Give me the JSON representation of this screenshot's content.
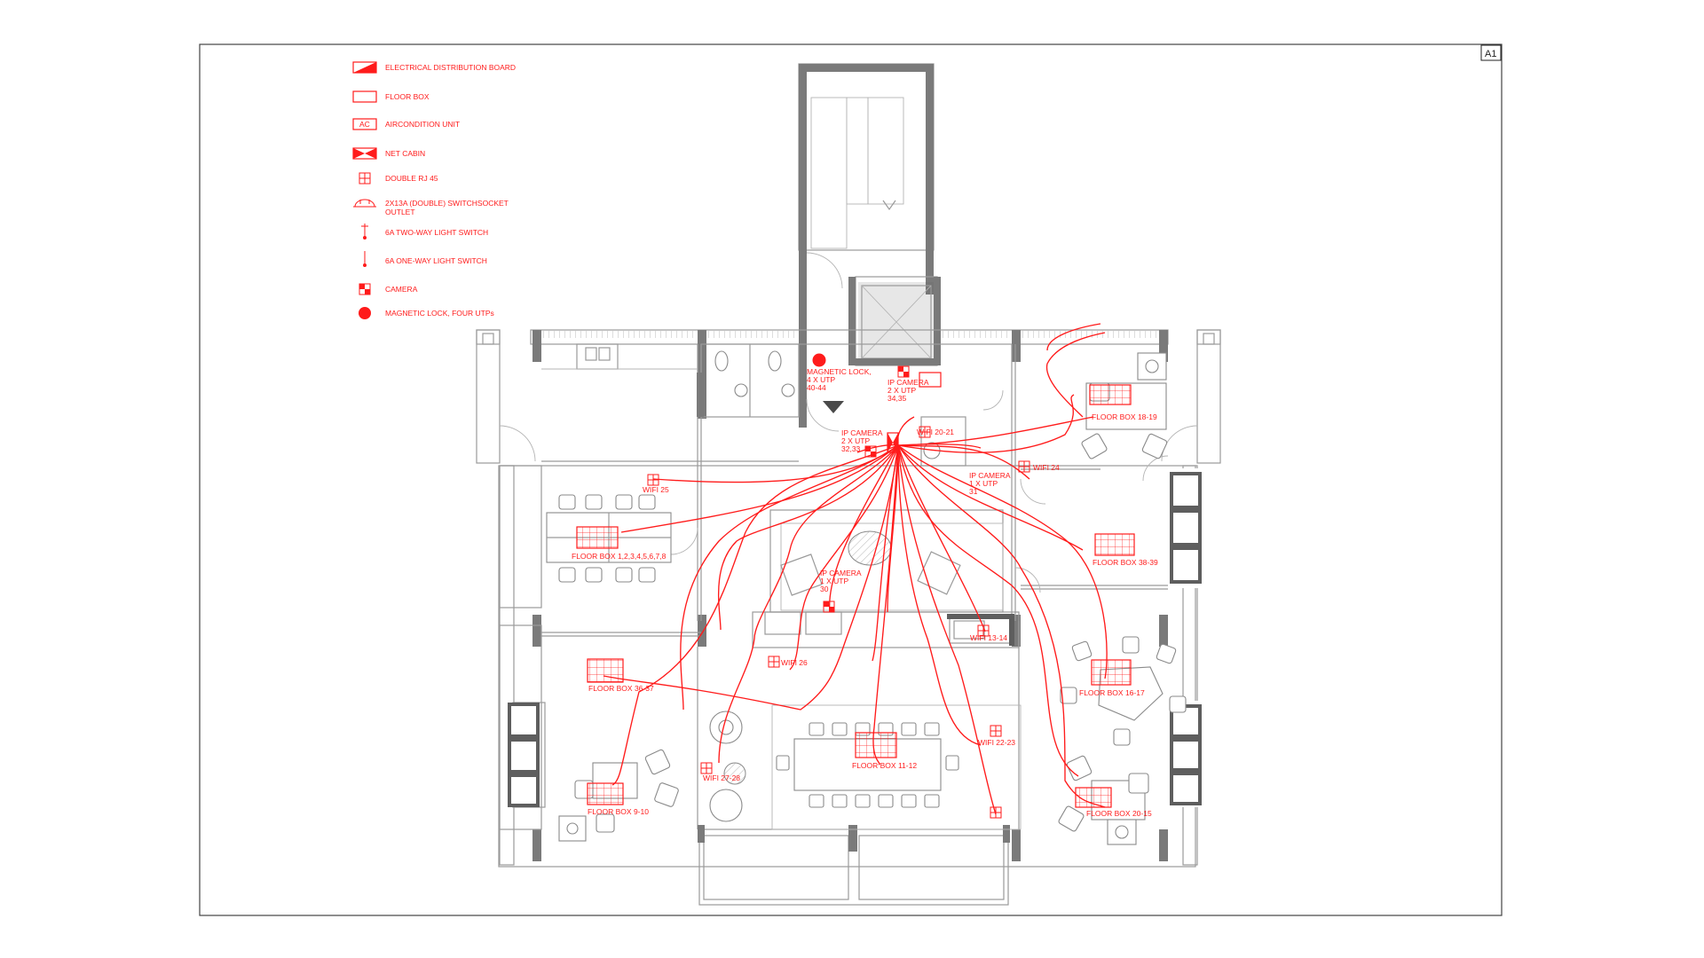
{
  "sheet": {
    "id": "A1"
  },
  "legend": [
    {
      "icon": "distribution-board-icon",
      "label": "ELECTRICAL DISTRIBUTION BOARD"
    },
    {
      "icon": "floor-box-icon",
      "label": "FLOOR BOX"
    },
    {
      "icon": "ac-unit-icon",
      "label": "AIRCONDITION UNIT",
      "symbol_text": "AC"
    },
    {
      "icon": "net-cabin-icon",
      "label": "NET CABIN"
    },
    {
      "icon": "double-rj45-icon",
      "label": "DOUBLE RJ 45"
    },
    {
      "icon": "switch-socket-icon",
      "label": "2X13A (DOUBLE) SWITCHSOCKET",
      "label2": "OUTLET"
    },
    {
      "icon": "two-way-switch-icon",
      "label": "6A TWO-WAY LIGHT SWITCH"
    },
    {
      "icon": "one-way-switch-icon",
      "label": "6A ONE-WAY LIGHT SWITCH"
    },
    {
      "icon": "camera-icon",
      "label": "CAMERA"
    },
    {
      "icon": "magnetic-lock-icon",
      "label": "MAGNETIC LOCK, FOUR UTPs"
    }
  ],
  "annotations": {
    "maglock": [
      "MAGNETIC LOCK,",
      "4 X UTP",
      "40-44"
    ],
    "cam_34": [
      "IP CAMERA",
      "2 X UTP",
      "34,35"
    ],
    "cam_32": [
      "IP CAMERA",
      "2 X UTP",
      "32,33"
    ],
    "wifi_20": "WIFI 20-21",
    "cam_31": [
      "IP CAMERA",
      "1 X UTP",
      "31"
    ],
    "wifi_24": "WIFI 24",
    "wifi_25": "WIFI 25",
    "floorbox_1_8": "FLOOR BOX 1,2,3,4,5,6,7,8",
    "cam_30": [
      "IP CAMERA",
      "1 X UTP",
      "30"
    ],
    "floorbox_18": "FLOOR BOX 18-19",
    "floorbox_38": "FLOOR BOX 38-39",
    "wifi_13": "WIFI 13-14",
    "wifi_26": "WIFI 26",
    "floorbox_36": "FLOOR BOX 36-37",
    "floorbox_16": "FLOOR BOX 16-17",
    "wifi_22": "WIFI 22-23",
    "wifi_27": "WIFI 27-28",
    "floorbox_11": "FLOOR BOX 11-12",
    "floorbox_9": "FLOOR BOX 9-10",
    "floorbox_20": "FLOOR BOX 20-15"
  },
  "colors": {
    "annotation": "#ff1b1b",
    "walls": "#7a7a7a",
    "lines": "#9a9a9a"
  }
}
